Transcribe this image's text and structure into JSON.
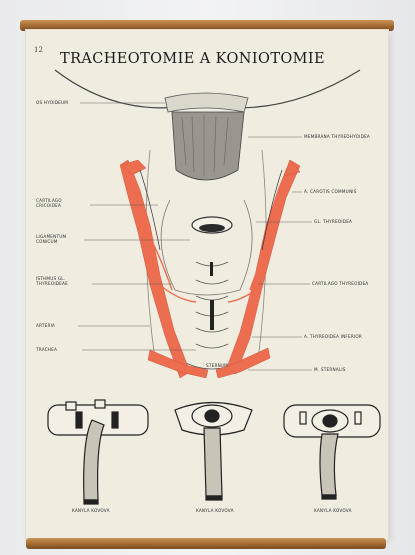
{
  "poster": {
    "plate_number": "12",
    "title": "TRACHEOTOMIE A KONIOTOMIE",
    "colors": {
      "paper": "#f1ece0",
      "artery": "#ec6d4f",
      "ink": "#3a3a3a",
      "rod": "#a66d35"
    }
  },
  "labels_left": [
    "OS HYOIDEUM",
    "CARTILAGO CRICOIDEA",
    "LIGAMENTUM CONICUM",
    "ISTHMUS GL. THYREOIDEAE",
    "ARTERIA",
    "TRACHEA"
  ],
  "labels_right": [
    "MEMBRANA THYREOHYOIDEA",
    "A. CAROTIS COMMUNIS",
    "GL. THYREOIDEA",
    "CARTILAGO THYREOIDEA",
    "A. THYREOIDEA INFERIOR",
    "M. STERNALIS"
  ],
  "label_center": "STERNUM",
  "cannulas": [
    {
      "caption": "KANYLA KOVOVA"
    },
    {
      "caption": "KANYLA KOVOVA"
    },
    {
      "caption": "KANYLA KOVOVA"
    }
  ]
}
